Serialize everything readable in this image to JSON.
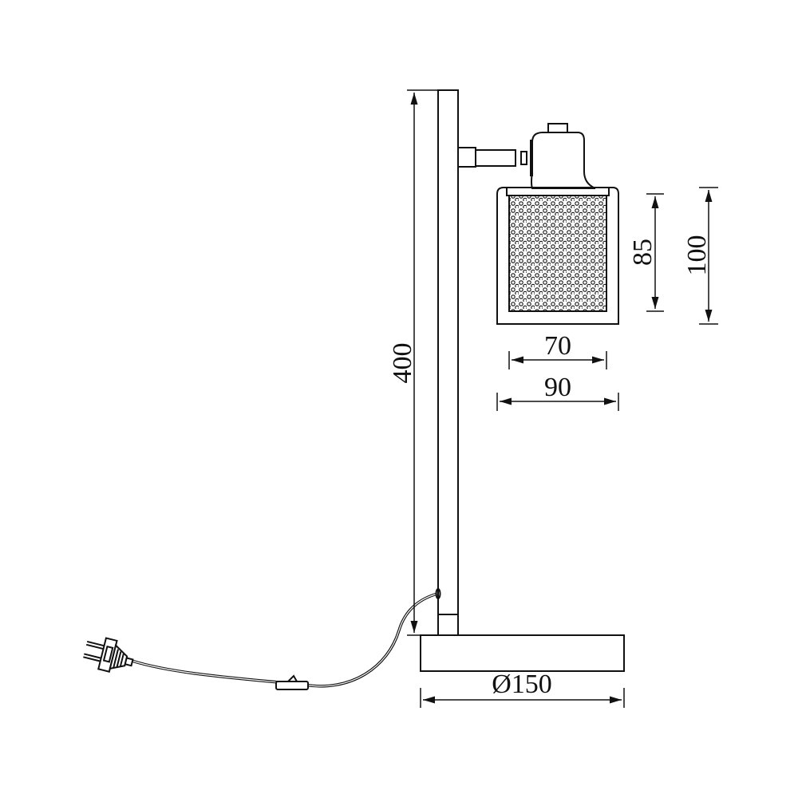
{
  "drawing": {
    "subject": "Table lamp with perforated metal cylinder shade on vertical arm and round base",
    "line_color": "#111111",
    "background": "#ffffff"
  },
  "dimensions": {
    "total_height": "400",
    "shade_inner_height": "85",
    "shade_outer_height": "100",
    "shade_inner_width": "70",
    "shade_outer_width": "90",
    "base_diameter": "Ø150"
  },
  "parts": [
    "vertical-arm",
    "socket-holder",
    "perforated-shade",
    "round-base",
    "power-cord",
    "inline-switch",
    "plug"
  ]
}
